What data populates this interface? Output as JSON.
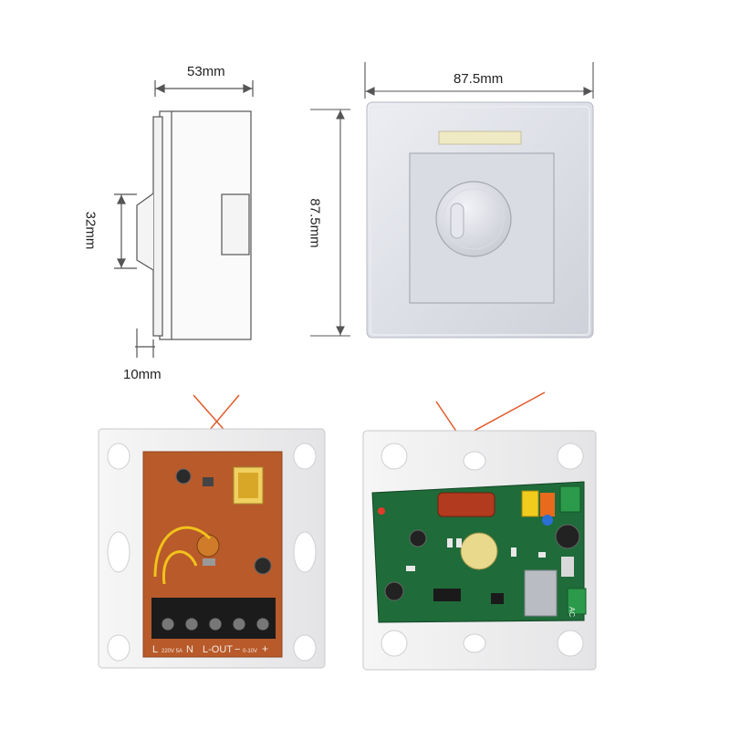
{
  "dimensions": {
    "side_depth": "53mm",
    "front_width": "87.5mm",
    "front_height": "87.5mm",
    "knob_height": "32mm",
    "knob_depth": "10mm"
  },
  "terminal_labels": {
    "l": "L",
    "voltage": "220V 5A",
    "n": "N",
    "l_out": "L-OUT",
    "minus": "−",
    "range": "0-10V",
    "plus": "+"
  },
  "pcb_labels": {
    "ac": "AC"
  },
  "colors": {
    "plate": "#dcdde4",
    "pcb_green": "#1f6b3a",
    "pcb_brown": "#b85a2a",
    "annotation_line": "#e05a2a",
    "terminal_black": "#1b1b1b"
  }
}
